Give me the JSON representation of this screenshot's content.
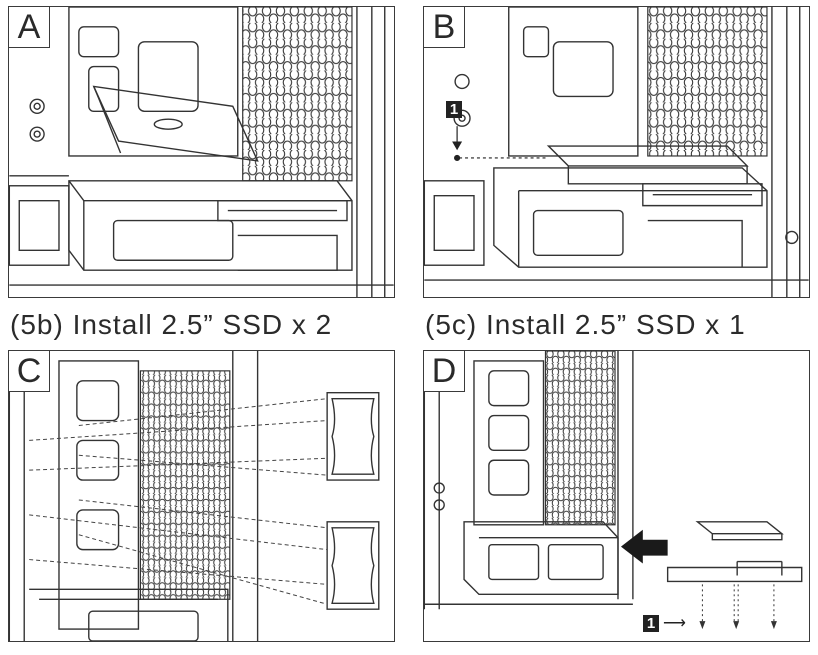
{
  "panels": {
    "a": {
      "label": "A"
    },
    "b": {
      "label": "B",
      "step_badge": "1"
    },
    "c": {
      "label": "C"
    },
    "d": {
      "label": "D",
      "step_badge": "1"
    }
  },
  "captions": {
    "left": "(5b) Install 2.5” SSD x 2",
    "right": "(5c) Install 2.5” SSD x 1"
  },
  "icons": {
    "insert_arrow": "black-arrow-left-icon",
    "step_pointer": "arrow-right-icon"
  }
}
